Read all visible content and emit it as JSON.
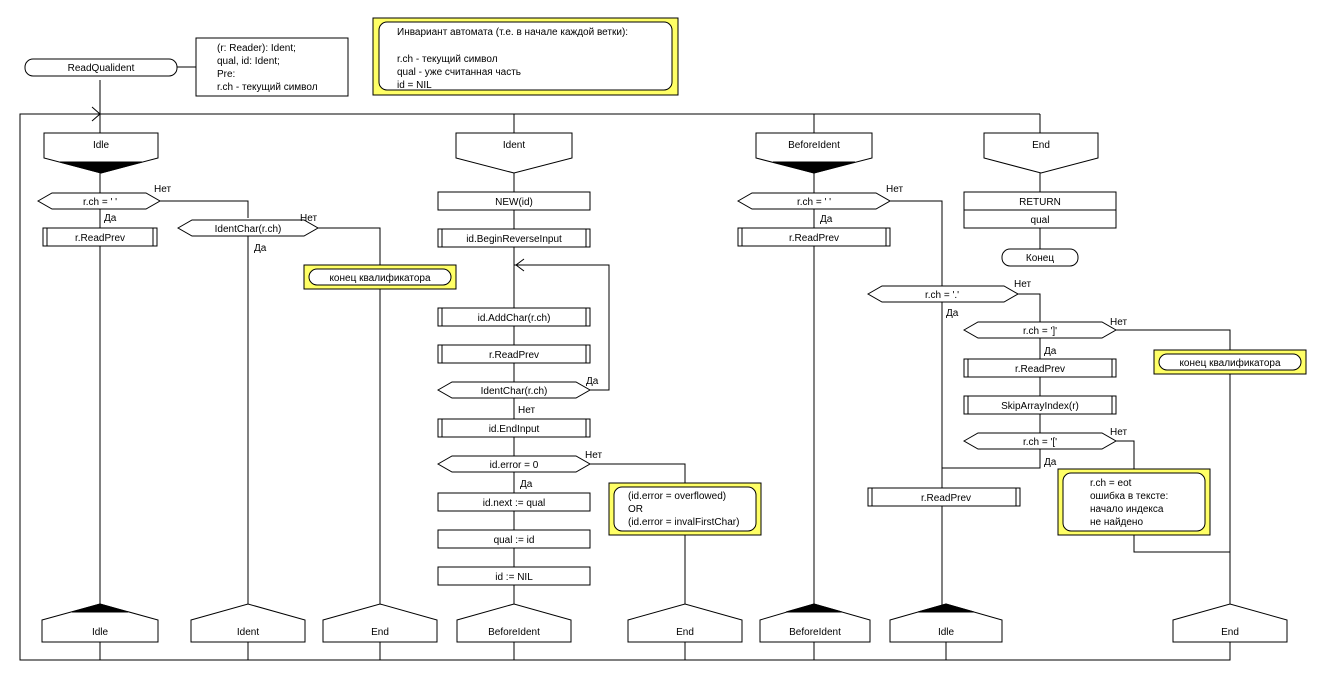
{
  "title_block": "ReadQualident",
  "params": [
    "(r: Reader): Ident;",
    "qual, id: Ident;",
    "Pre:",
    "r.ch - текущий символ"
  ],
  "invariant": {
    "title": "Инвариант автомата (т.е. в начале каждой ветки):",
    "lines": [
      "r.ch - текущий символ",
      "qual - уже считанная часть",
      "id = NIL"
    ]
  },
  "branches": {
    "idle": "Idle",
    "ident": "Ident",
    "before_ident": "BeforeIdent",
    "end": "End"
  },
  "idle_branch": {
    "cond": "r.ch = ' '",
    "read_prev": "r.ReadPrev",
    "cond2": "IdentChar(r.ch)",
    "note": "конец квалификатора"
  },
  "ident_branch": {
    "new": "NEW(id)",
    "begin": "id.BeginReverseInput",
    "add": "id.AddChar(r.ch)",
    "read_prev": "r.ReadPrev",
    "cond": "IdentChar(r.ch)",
    "end_input": "id.EndInput",
    "cond_err": "id.error = 0",
    "next": "id.next := qual",
    "qual": "qual := id",
    "nil": "id := NIL",
    "err_note": [
      "(id.error = overflowed)",
      "OR",
      "(id.error = invalFirstChar)"
    ]
  },
  "before_branch": {
    "cond": "r.ch = ' '",
    "read_prev": "r.ReadPrev"
  },
  "end_branch": {
    "return": "RETURN",
    "qual": "qual",
    "finish": "Конец",
    "cond_dot": "r.ch = '.'",
    "cond_rb": "r.ch = ']'",
    "read_prev": "r.ReadPrev",
    "skip": "SkipArrayIndex(r)",
    "cond_lb": "r.ch = '['",
    "read_prev2": "r.ReadPrev",
    "note": "конец квалификатора",
    "err_note": [
      "r.ch = eot",
      "ошибка в тексте:",
      "начало индекса",
      "не найдено"
    ]
  },
  "labels": {
    "yes": "Да",
    "no": "Нет"
  },
  "targets": [
    "Idle",
    "Ident",
    "End",
    "BeforeIdent",
    "End",
    "BeforeIdent",
    "Idle",
    "End"
  ]
}
